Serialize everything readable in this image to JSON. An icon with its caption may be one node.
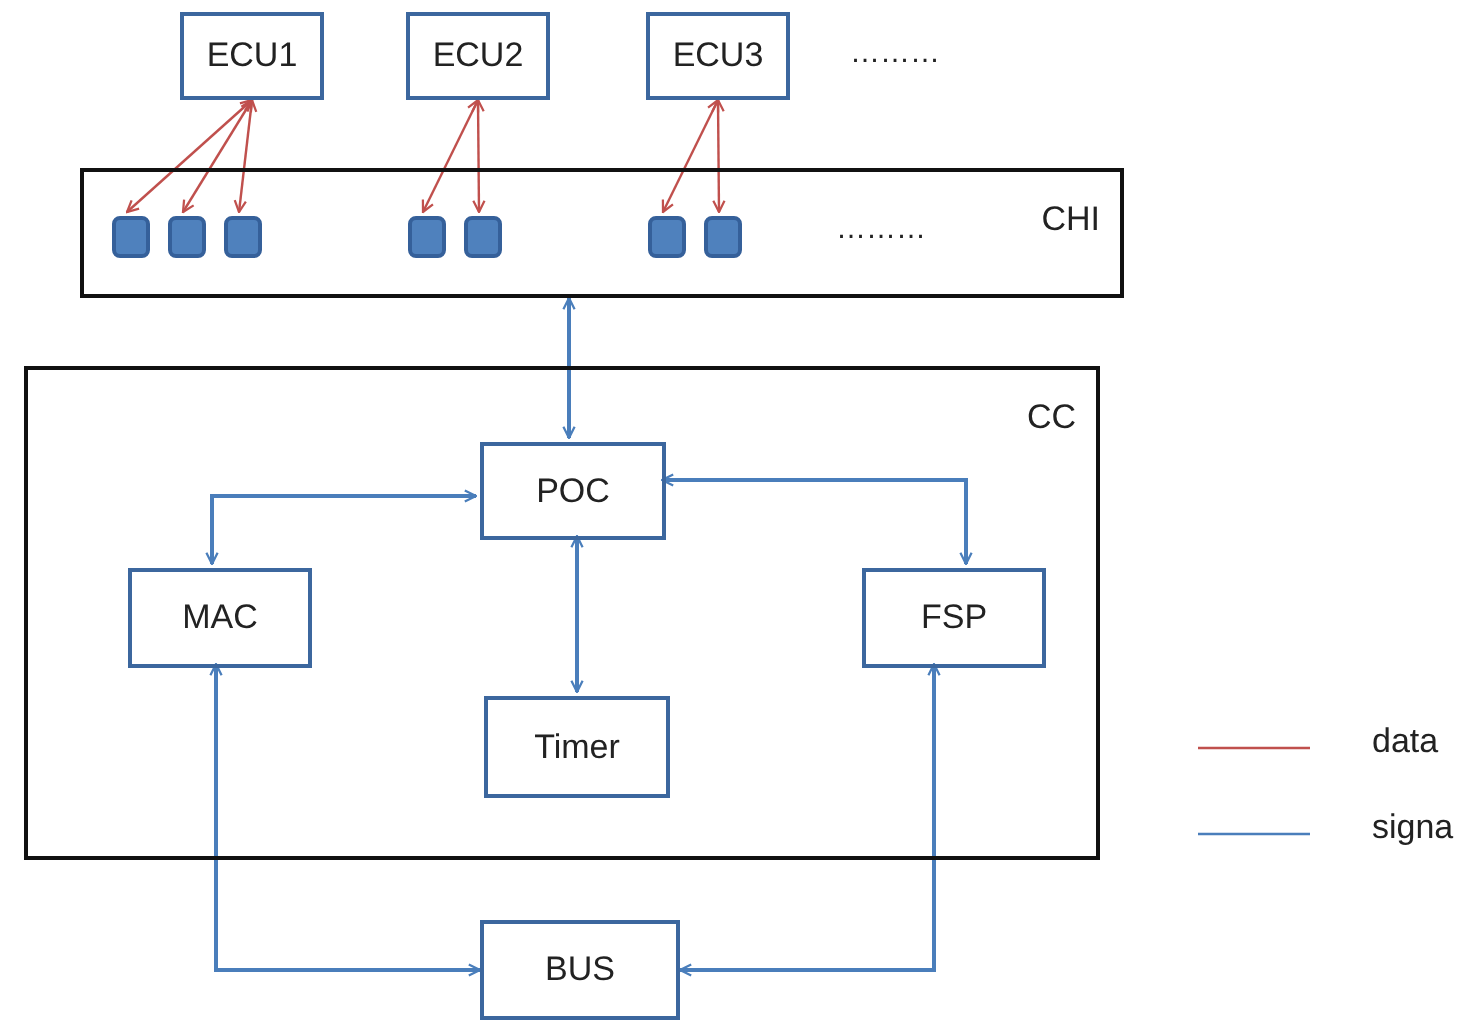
{
  "diagram": {
    "nodes": [
      {
        "text": [
          "ECU1"
        ]
      },
      {
        "text": [
          "ECU2"
        ]
      },
      {
        "text": [
          "ECU3"
        ]
      },
      {
        "text": [
          "CHI"
        ]
      },
      {
        "text": [],
        "shape": "box",
        "in": 3
      },
      {
        "text": [],
        "shape": "box",
        "in": 3
      },
      {
        "text": [],
        "shape": "box",
        "in": 3
      },
      {
        "text": [],
        "shape": "box",
        "in": 3
      },
      {
        "text": [],
        "shape": "box",
        "in": 3
      },
      {
        "text": [],
        "shape": "box",
        "in": 3
      },
      {
        "text": [],
        "shape": "box",
        "in": 3
      },
      {
        "text": [
          "CC"
        ]
      },
      {
        "text": [
          "POC"
        ],
        "in": 11
      },
      {
        "text": [
          "MAC"
        ],
        "in": 11
      },
      {
        "text": [
          "FSP"
        ],
        "in": 11
      },
      {
        "text": [
          "Timer"
        ],
        "in": 11
      },
      {
        "text": [
          "BUS"
        ]
      }
    ],
    "edges": [
      {
        "from": 0,
        "to": 4,
        "arrow": "both"
      },
      {
        "from": 0,
        "to": 5,
        "arrow": "both"
      },
      {
        "from": 0,
        "to": 6,
        "arrow": "both"
      },
      {
        "from": 1,
        "to": 7,
        "arrow": "both"
      },
      {
        "from": 1,
        "to": 8,
        "arrow": "both"
      },
      {
        "from": 2,
        "to": 9,
        "arrow": "both"
      },
      {
        "from": 2,
        "to": 10,
        "arrow": "both"
      },
      {
        "from": 3,
        "to": 12,
        "arrow": "both",
        "color": "#4a7ebb"
      },
      {
        "from": 12,
        "to": 13,
        "arrow": "both",
        "color": "#4a7ebb"
      },
      {
        "from": 12,
        "to": 14,
        "arrow": "both",
        "color": "#4a7ebb"
      },
      {
        "from": 12,
        "to": 15,
        "arrow": "both",
        "color": "#4a7ebb"
      },
      {
        "from": 13,
        "to": 16,
        "arrow": "both",
        "color": "#4a7ebb"
      },
      {
        "from": 14,
        "to": 16,
        "arrow": "both",
        "color": "#4a7ebb"
      }
    ],
    "labels": [
      "………",
      "………"
    ],
    "legend": [
      {
        "text": "data"
      },
      {
        "text": "signa"
      }
    ]
  }
}
